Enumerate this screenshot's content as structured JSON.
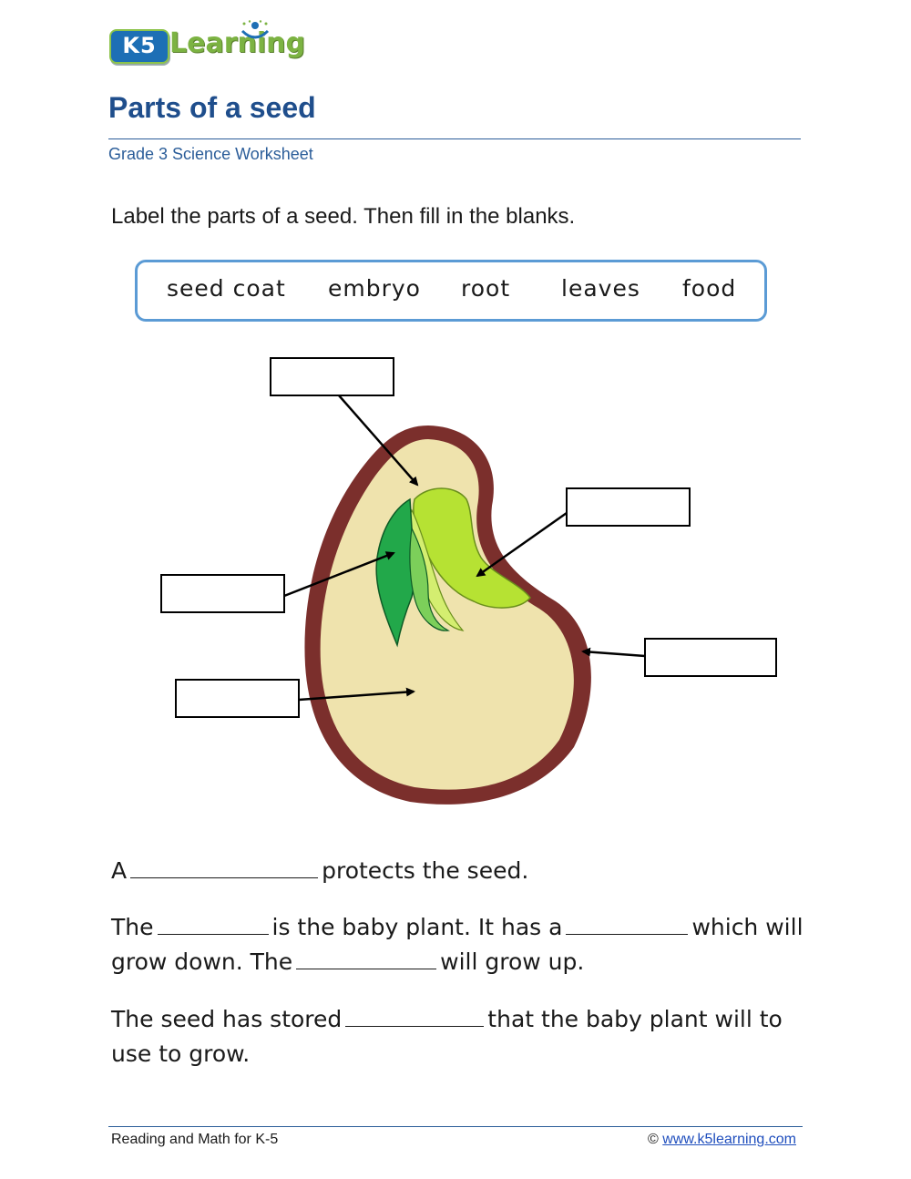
{
  "logo": {
    "text_k5": "K5",
    "text_word": "Learning"
  },
  "title": "Parts of a seed",
  "subtitle": "Grade 3 Science Worksheet",
  "instructions": "Label the parts of a seed. Then fill in the blanks.",
  "word_bank": [
    "seed coat",
    "embryo",
    "root",
    "leaves",
    "food"
  ],
  "sentences": {
    "s1": {
      "p1": "A",
      "p2": "protects the seed."
    },
    "s2": {
      "p1": "The",
      "p2": "is the baby plant. It has a",
      "p3": "which will grow down. The",
      "p4": "will grow up."
    },
    "s3": {
      "p1": "The seed has stored",
      "p2": "that the baby plant will to use to grow."
    }
  },
  "footer": {
    "left": "Reading and Math for K-5",
    "copyright": "©",
    "link": "www.k5learning.com"
  },
  "colors": {
    "title": "#1f4e8c",
    "rule": "#2b5d99",
    "bank_border": "#5b9bd5",
    "seed_coat": "#7b2f2c",
    "cotyledon": "#efe3ad",
    "leaf_dark": "#22a84a",
    "leaf_light": "#b6e233"
  }
}
